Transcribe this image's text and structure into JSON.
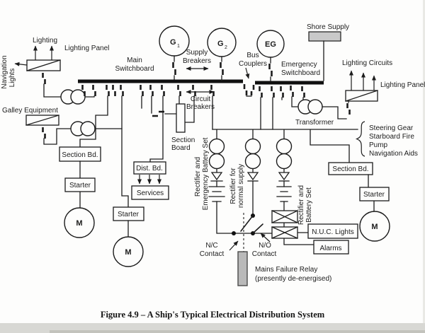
{
  "figure": {
    "caption": "Figure 4.9 – A Ship's Typical Electrical Distribution System"
  },
  "colors": {
    "ink": "#1c1c1c",
    "shore_fill": "#c9c9c9",
    "relay_fill": "#b9b9b9",
    "page_edge": "#d8d8d4"
  },
  "labels": {
    "lighting": "Lighting",
    "lighting_panel_left": "Lighting Panel",
    "navigation": "Navigation",
    "nav_lights": "Lights",
    "galley": "Galley Equipment",
    "main_sw_1": "Main",
    "main_sw_2": "Switchboard",
    "gen_letter": "G",
    "gen1_sub": "1",
    "gen2_sub": "2",
    "emergency_gen": "EG",
    "supply_1": "Supply",
    "supply_2": "Breakers",
    "bus_1": "Bus",
    "bus_2": "Couplers",
    "circuit_1": "Circuit",
    "circuit_2": "Breakers",
    "emergency_1": "Emergency",
    "emergency_2": "Switchboard",
    "shore_supply": "Shore Supply",
    "lighting_circuits": "Lighting Circuits",
    "lighting_panel_right": "Lighting Panel",
    "transformer": "Transformer",
    "steering_1": "Steering Gear",
    "steering_2": "Starboard Fire",
    "steering_3": "Pump",
    "steering_4": "Navigation Aids",
    "section_board_1": "Section",
    "section_board_2": "Board",
    "section_bd_left": "Section Bd.",
    "section_bd_right": "Section Bd.",
    "dist_bd": "Dist. Bd.",
    "services": "Services",
    "starter_left": "Starter",
    "starter_mid": "Starter",
    "starter_right": "Starter",
    "motor": "M",
    "rect_emerg_1": "Rectifier and",
    "rect_emerg_2": "Emergency Battery Set",
    "rect_norm_1": "Rectifier for",
    "rect_norm_2": "normal supply",
    "rect_batt_1": "Rectifier and",
    "rect_batt_2": "Battery Set",
    "nc_1": "N/C",
    "nc_2": "Contact",
    "no_1": "N/O",
    "no_2": "Contact",
    "relay_1": "Mains Failure Relay",
    "relay_2": "(presently de-energised)",
    "nuc_lights": "N.U.C. Lights",
    "alarms": "Alarms"
  }
}
